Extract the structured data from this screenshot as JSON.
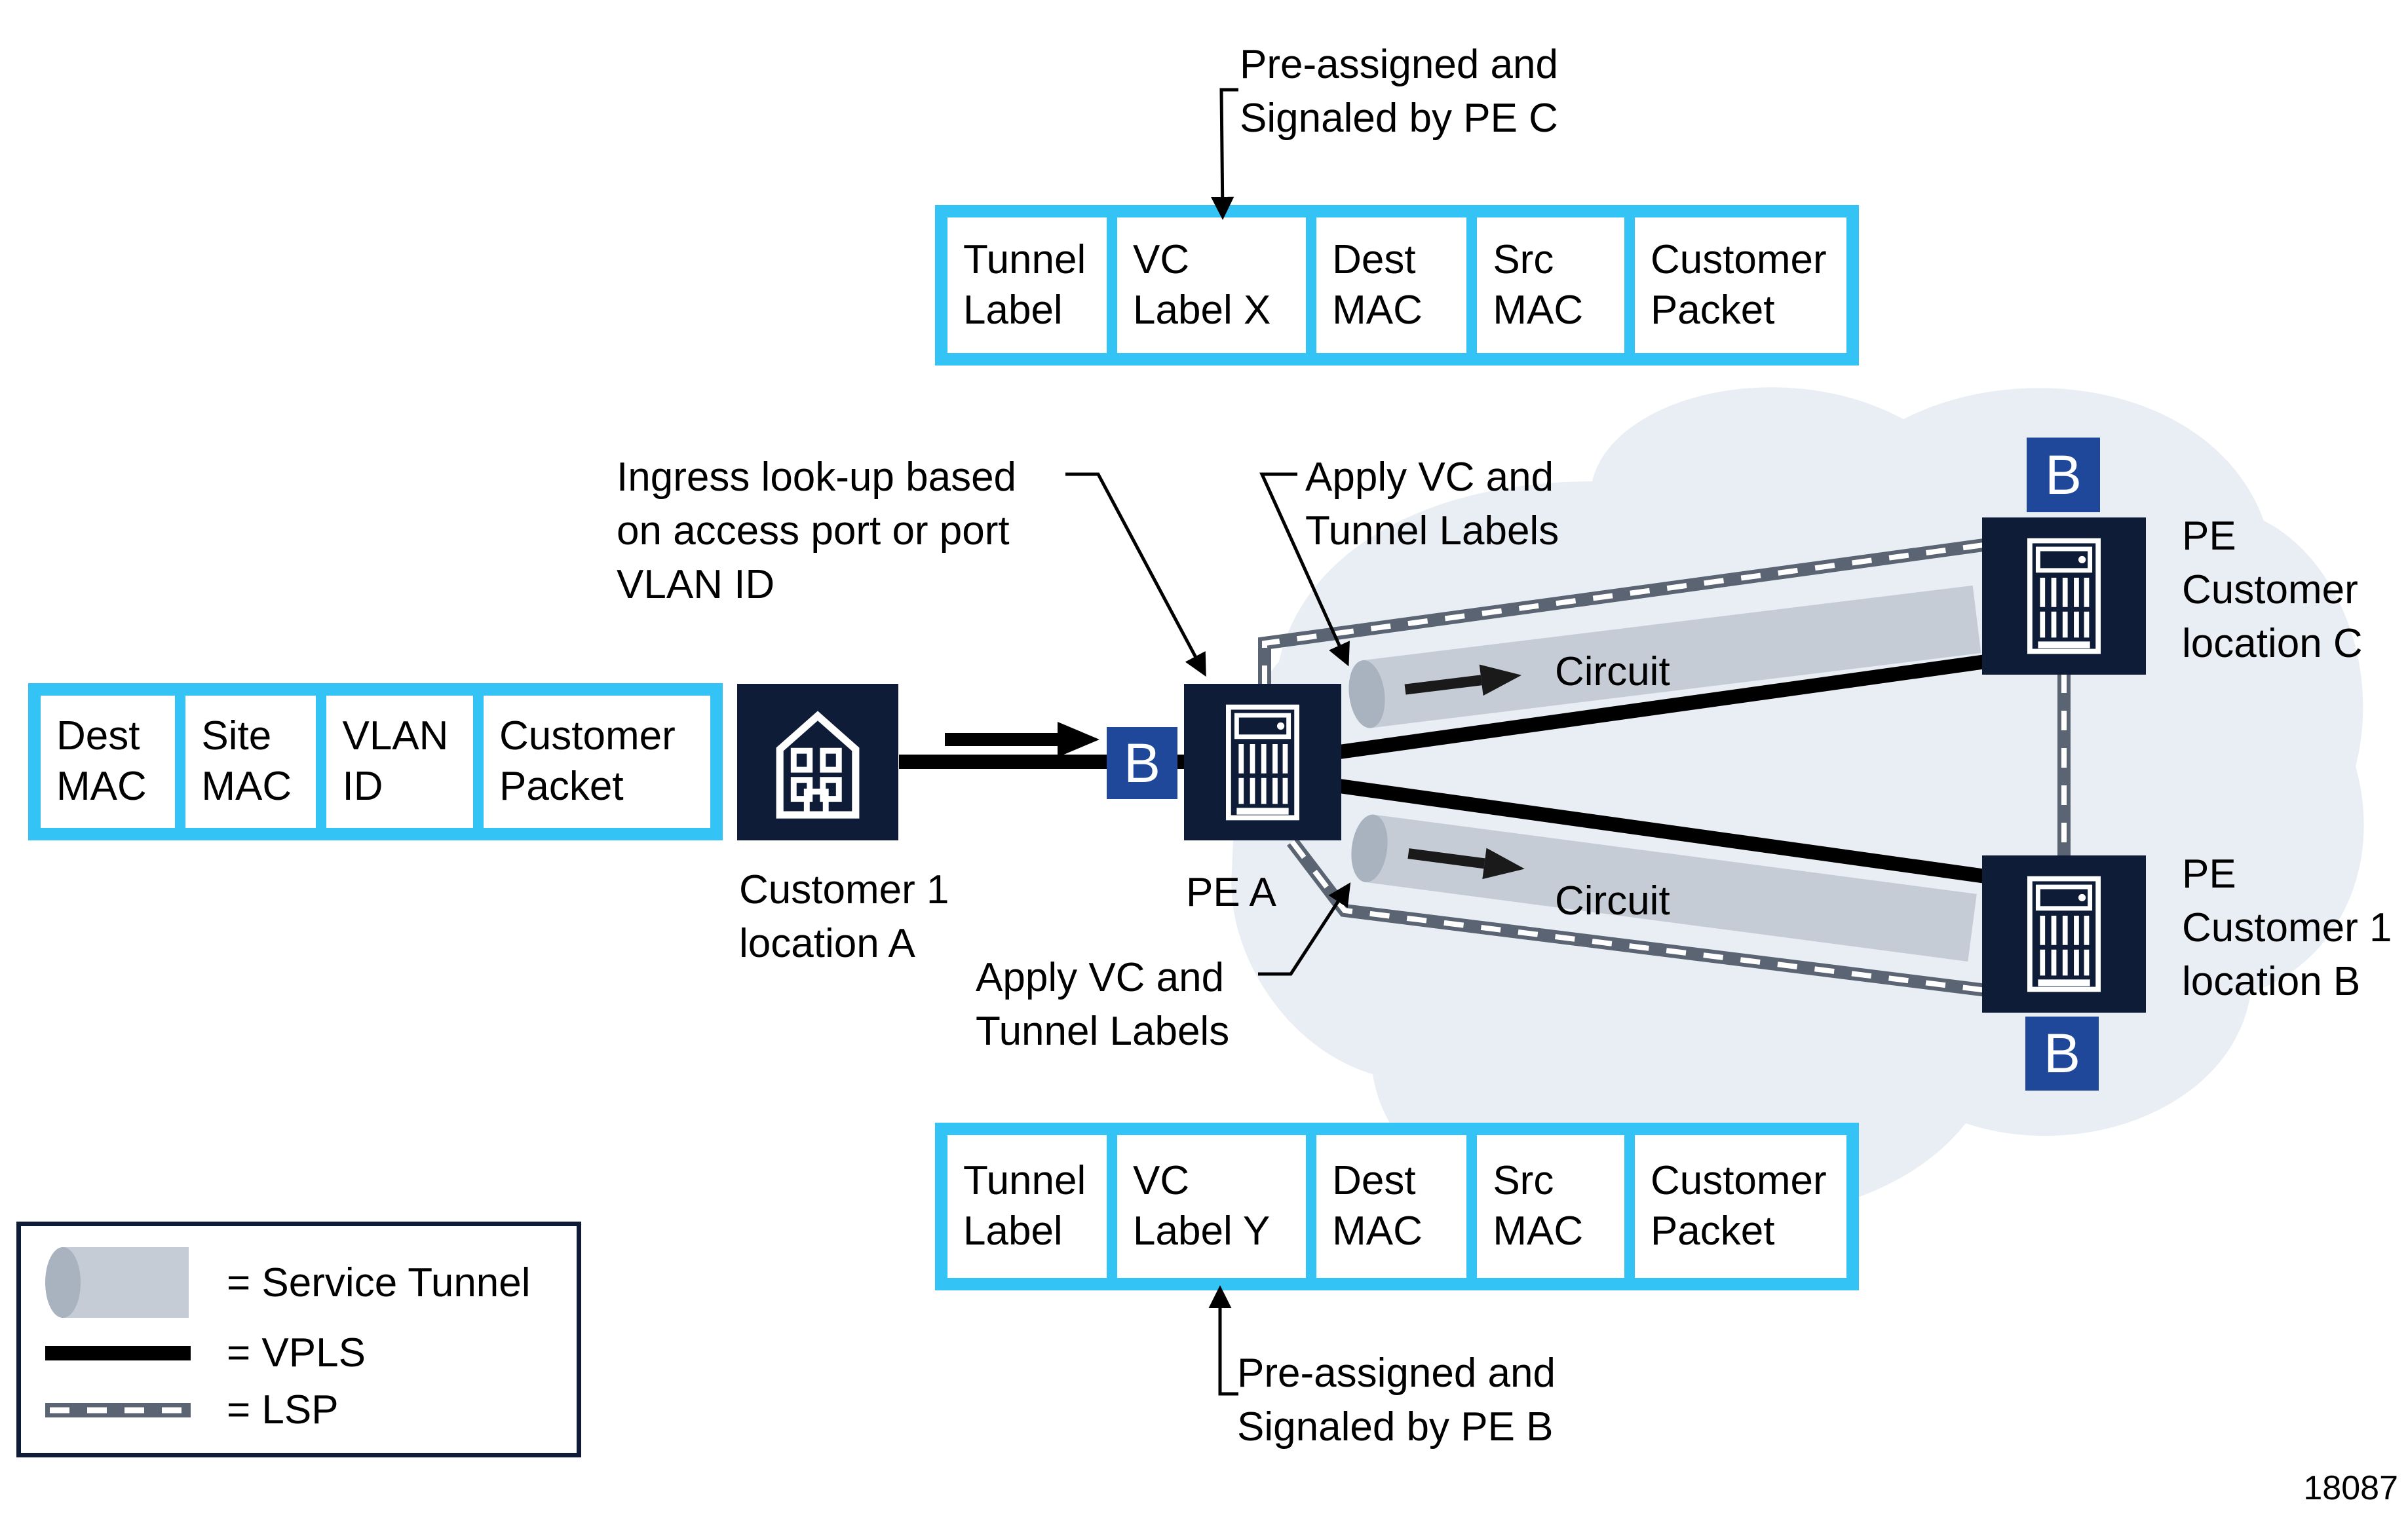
{
  "figure_number": "18087",
  "packets": {
    "signaled_by_pe_c": {
      "cells": [
        "Tunnel\nLabel",
        "VC\nLabel X",
        "Dest\nMAC",
        "Src\nMAC",
        "Customer\nPacket"
      ]
    },
    "customer_ingress": {
      "cells": [
        "Dest\nMAC",
        "Site\nMAC",
        "VLAN\nID",
        "Customer\nPacket"
      ]
    },
    "signaled_by_pe_b": {
      "cells": [
        "Tunnel\nLabel",
        "VC\nLabel Y",
        "Dest\nMAC",
        "Src\nMAC",
        "Customer\nPacket"
      ]
    }
  },
  "nodes": {
    "customer_a": {
      "label": "Customer 1\nlocation A"
    },
    "pe_a": {
      "label": "PE A",
      "access_badge": "B"
    },
    "pe_c": {
      "label": "PE\nCustomer\nlocation C",
      "badge": "B"
    },
    "pe_b": {
      "label": "PE\nCustomer 1\nlocation B",
      "badge": "B"
    }
  },
  "annotations": {
    "pre_assigned_c": "Pre-assigned and\nSignaled by PE C",
    "ingress_lookup": "Ingress look-up based\non access port or port\nVLAN ID",
    "apply_labels_top": "Apply VC and\nTunnel Labels",
    "apply_labels_bottom": "Apply VC and\nTunnel Labels",
    "pre_assigned_b": "Pre-assigned and\nSignaled by PE B",
    "circuit_top": "Circuit",
    "circuit_bottom": "Circuit"
  },
  "legend": {
    "service_tunnel": "= Service Tunnel",
    "vpls": "= VPLS",
    "lsp": "= LSP"
  },
  "colors": {
    "cyan": "#33c3f4",
    "navy": "#0e1c38",
    "badge_blue": "#20489a",
    "cloud": "#e9eef4",
    "tunnel_gray": "#c5ccd6",
    "tunnel_cap": "#a9b3c0",
    "lsp_slate": "#5a6472",
    "ink": "#000000"
  }
}
